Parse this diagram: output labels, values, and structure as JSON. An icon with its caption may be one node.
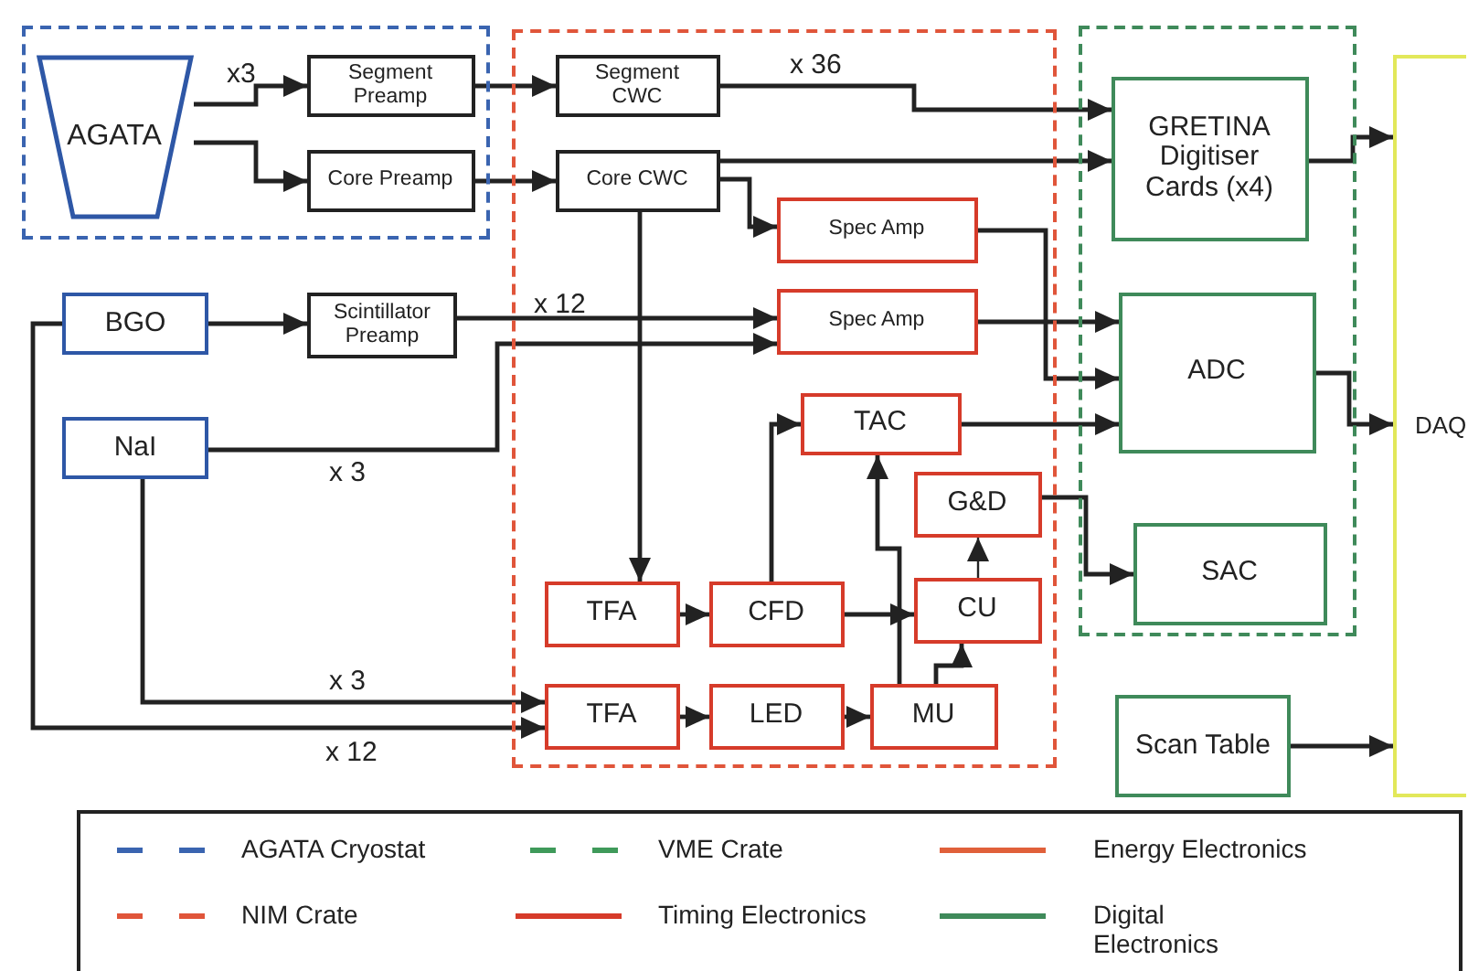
{
  "diagram": {
    "nodes": [
      {
        "text": [],
        "shape": "box"
      },
      {
        "text": [
          "AGATA"
        ],
        "in": 0
      },
      {
        "text": [
          "Segment Preamp"
        ],
        "in": 0
      },
      {
        "text": [
          "Core Preamp"
        ],
        "in": 0
      },
      {
        "text": [],
        "shape": "box"
      },
      {
        "text": [
          "Segment CWC"
        ],
        "in": 4
      },
      {
        "text": [
          "Core CWC"
        ],
        "in": 4
      },
      {
        "text": [
          "Spec Amp"
        ],
        "in": 4
      },
      {
        "text": [
          "Spec Amp"
        ],
        "in": 4
      },
      {
        "text": [
          "TAC"
        ],
        "in": 4
      },
      {
        "text": [
          "G&D"
        ],
        "in": 4
      },
      {
        "text": [
          "TFA"
        ],
        "in": 4
      },
      {
        "text": [
          "CFD"
        ],
        "in": 4
      },
      {
        "text": [
          "CU"
        ],
        "in": 4
      },
      {
        "text": [
          "TFA"
        ],
        "in": 4
      },
      {
        "text": [
          "LED"
        ],
        "in": 4
      },
      {
        "text": [
          "MU"
        ],
        "in": 4
      },
      {
        "text": [],
        "shape": "box"
      },
      {
        "text": [
          "GRETINA Digitiser Cards (x4)"
        ],
        "in": 17
      },
      {
        "text": [
          "ADC"
        ],
        "in": 17
      },
      {
        "text": [
          "SAC"
        ],
        "in": 17
      },
      {
        "text": [
          "BGO"
        ]
      },
      {
        "text": [
          "NaI"
        ]
      },
      {
        "text": [
          "Scintillator Preamp"
        ]
      },
      {
        "text": [
          "Scan Table"
        ]
      },
      {
        "text": [
          "DAQ"
        ]
      }
    ],
    "edges": [
      {
        "from": 1,
        "to": 2,
        "arrow": "to",
        "label": "x3"
      },
      {
        "from": 1,
        "to": 3,
        "arrow": "to"
      },
      {
        "from": 2,
        "to": 5,
        "arrow": "to"
      },
      {
        "from": 3,
        "to": 6,
        "arrow": "to"
      },
      {
        "from": 5,
        "to": 18,
        "arrow": "to",
        "label": "x 36"
      },
      {
        "from": 6,
        "to": 18,
        "arrow": "to"
      },
      {
        "from": 6,
        "to": 7,
        "arrow": "to"
      },
      {
        "from": 6,
        "to": 11,
        "arrow": "to"
      },
      {
        "from": 21,
        "to": 23,
        "arrow": "to"
      },
      {
        "from": 23,
        "to": 8,
        "arrow": "to",
        "label": "x 12"
      },
      {
        "from": 22,
        "to": 8,
        "arrow": "to",
        "label": "x 3"
      },
      {
        "from": 22,
        "to": 14,
        "arrow": "to",
        "label": "x 3"
      },
      {
        "from": 21,
        "to": 14,
        "arrow": "to",
        "label": "x 12"
      },
      {
        "from": 7,
        "to": 19,
        "arrow": "to"
      },
      {
        "from": 8,
        "to": 19,
        "arrow": "to"
      },
      {
        "from": 9,
        "to": 19,
        "arrow": "to"
      },
      {
        "from": 12,
        "to": 9,
        "arrow": "to"
      },
      {
        "from": 16,
        "to": 9,
        "arrow": "to"
      },
      {
        "from": 11,
        "to": 12,
        "arrow": "to"
      },
      {
        "from": 12,
        "to": 13,
        "arrow": "to"
      },
      {
        "from": 13,
        "to": 10,
        "arrow": "to"
      },
      {
        "from": 16,
        "to": 13,
        "arrow": "to"
      },
      {
        "from": 14,
        "to": 15,
        "arrow": "to"
      },
      {
        "from": 15,
        "to": 16,
        "arrow": "to"
      },
      {
        "from": 10,
        "to": 20,
        "arrow": "to"
      },
      {
        "from": 18,
        "to": 25,
        "arrow": "to"
      },
      {
        "from": 19,
        "to": 25,
        "arrow": "to"
      },
      {
        "from": 24,
        "to": 25,
        "arrow": "to"
      }
    ],
    "legend": [
      {
        "text": "AGATA Cryostat"
      },
      {
        "text": "VME Crate"
      },
      {
        "text": "Energy Electronics"
      },
      {
        "text": "NIM Crate"
      },
      {
        "text": "Timing Electronics"
      },
      {
        "text": "Digital Electronics"
      }
    ]
  }
}
